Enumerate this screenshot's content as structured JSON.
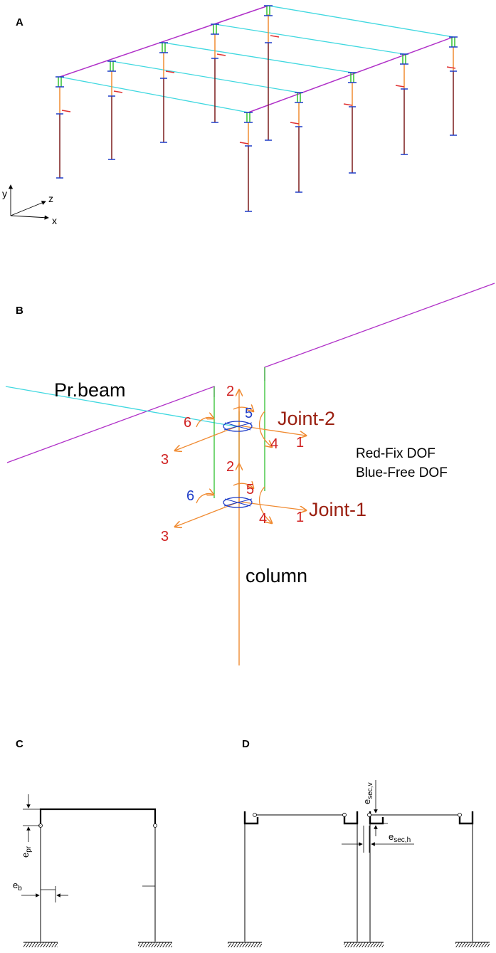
{
  "panels": {
    "a": "A",
    "b": "B",
    "c": "C",
    "d": "D"
  },
  "axes": {
    "y": "y",
    "z": "z",
    "x": "x"
  },
  "panel_b": {
    "beam_label": "Pr.beam",
    "column_label": "column",
    "joint2_label": "Joint-2",
    "joint1_label": "Joint-1",
    "legend_red": "Red-Fix DOF",
    "legend_blue": "Blue-Free DOF",
    "dof_labels": {
      "j2_1": "1",
      "j2_2": "2",
      "j2_3": "3",
      "j2_4": "4",
      "j2_5": "5",
      "j2_6": "6",
      "j1_1": "1",
      "j1_2": "2",
      "j1_3": "3",
      "j1_4": "4",
      "j1_5": "5",
      "j1_6": "6"
    }
  },
  "panel_c": {
    "e_pr_main": "e",
    "e_pr_sub": "pr",
    "e_b_main": "e",
    "e_b_sub": "b"
  },
  "panel_d": {
    "e_secv_main": "e",
    "e_secv_sub": "sec,v",
    "e_sech_main": "e",
    "e_sech_sub": "sec,h"
  },
  "colors": {
    "purple_beam": "#b030c8",
    "cyan_beam": "#40d8e0",
    "orange_column": "#f08a30",
    "dark_red_column": "#7a1a1a",
    "green_link": "#30c030",
    "blue_node": "#1e3cc8",
    "red_text": "#d02020",
    "dark_red_text": "#9a1f10"
  }
}
